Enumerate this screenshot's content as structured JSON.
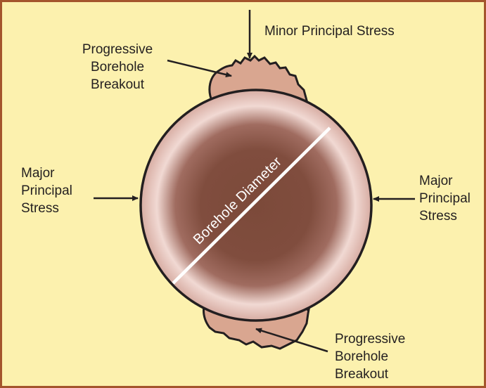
{
  "labels": {
    "minor_stress": [
      "Minor Principal Stress"
    ],
    "breakout_top": [
      "Progressive",
      "Borehole",
      "Breakout"
    ],
    "major_left": [
      "Major",
      "Principal",
      "Stress"
    ],
    "major_right": [
      "Major",
      "Principal",
      "Stress"
    ],
    "breakout_bottom": [
      "Progressive",
      "Borehole",
      "Breakout"
    ],
    "diameter": "Borehole Diameter"
  },
  "colors": {
    "background": "#fcf1ae",
    "border": "#a4552c",
    "borehole_center": "#7c4a3a",
    "borehole_ring": "#f1d9d3",
    "breakout_fill": "#d9a690",
    "outline": "#231f20",
    "diameter_line": "#ffffff"
  }
}
